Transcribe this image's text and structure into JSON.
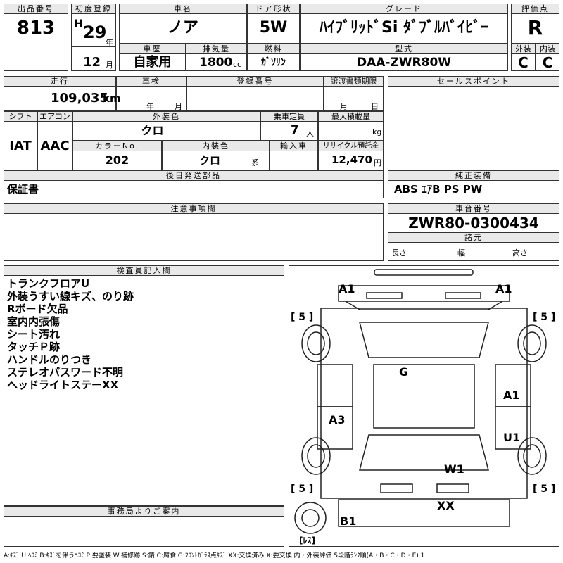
{
  "top": {
    "lot_label": "出品番号",
    "lot": "813",
    "first_reg_label": "初度登録",
    "era": "H",
    "year": "29",
    "year_unit": "年",
    "month": "12",
    "month_unit": "月",
    "car_name_label": "車名",
    "car_name": "ノア",
    "door_label": "ドア形状",
    "door": "5W",
    "grade_label": "グレード",
    "grade": "ﾊｲﾌﾞﾘｯﾄﾞSi ﾀﾞﾌﾞﾙﾊﾞｲﾋﾞｰ",
    "score_label": "評価点",
    "score": "R",
    "history_label": "車歴",
    "history": "自家用",
    "displacement_label": "排気量",
    "displacement": "1800",
    "displacement_unit": "cc",
    "fuel_label": "燃料",
    "fuel": "ｶﾞｿﾘﾝ",
    "model_label": "型式",
    "model": "DAA-ZWR80W",
    "ext_label": "外装",
    "ext": "C",
    "int_label": "内装",
    "int": "C"
  },
  "mid": {
    "mileage_label": "走行",
    "mileage": "109,035",
    "mileage_unit": "km",
    "inspection_label": "車検",
    "year_unit": "年",
    "month_unit": "月",
    "reg_label": "登録番号",
    "transfer_label": "譲渡書類期限",
    "t_month": "月",
    "t_day": "日",
    "sales_label": "セールスポイント",
    "shift_label": "シフト",
    "shift": "IAT",
    "ac_label": "エアコン",
    "ac": "AAC",
    "ext_color_label": "外装色",
    "ext_color": "クロ",
    "seats_label": "乗車定員",
    "seats": "7",
    "seats_unit": "人",
    "load_label": "最大積載量",
    "load_unit": "kg",
    "color_no_label": "カラーNo.",
    "color_no": "202",
    "int_color_label": "内装色",
    "int_color": "クロ",
    "int_color_unit": "系",
    "import_label": "輸入車",
    "recycle_label": "リサイクル預託金",
    "recycle": "12,470",
    "recycle_unit": "円",
    "later_label": "後日発送部品",
    "later": "保証書",
    "equip_label": "純正装備",
    "equip": "ABS ｴｱB PS PW",
    "notes_label": "注意事項欄",
    "chassis_label": "車台番号",
    "chassis": "ZWR80-0300434",
    "specs_label": "諸元",
    "len": "長さ",
    "wid": "幅",
    "hei": "高さ"
  },
  "inspector": {
    "label": "検査員記入欄",
    "lines": [
      "トランクフロアU",
      "外装うすい線キズ、のり跡",
      "Rボード欠品",
      "室内内張傷",
      "シート汚れ",
      "タッチＰ跡",
      "ハンドルのりつき",
      "ステレオパスワード不明",
      "ヘッドライトステーXX"
    ]
  },
  "office": {
    "label": "事務局よりご案内"
  },
  "diagram": {
    "marks": {
      "a1_left": "A1",
      "a1_right": "A1",
      "g": "G",
      "a1_side": "A1",
      "a3": "A3",
      "u1": "U1",
      "w1": "W1",
      "xx": "XX",
      "b1": "B1",
      "tire_fl": "[ 5 ]",
      "tire_fr": "[ 5 ]",
      "tire_rl": "[ 5 ]",
      "tire_rr": "[ 5 ]",
      "less": "[ﾚｽ]"
    }
  },
  "legend": "A:ｷｽﾞ U:ﾍｺﾐ B:ｷｽﾞを伴うﾍｺﾐ P:要塗装 W:補修跡 S:錆 C:腐食 G:ﾌﾛﾝﾄｶﾞﾗｽ点ｷｽﾞ XX:交換済み X:要交換 内・外装評価 5段階ﾗﾝｸ順(A・B・C・D・E) 1"
}
